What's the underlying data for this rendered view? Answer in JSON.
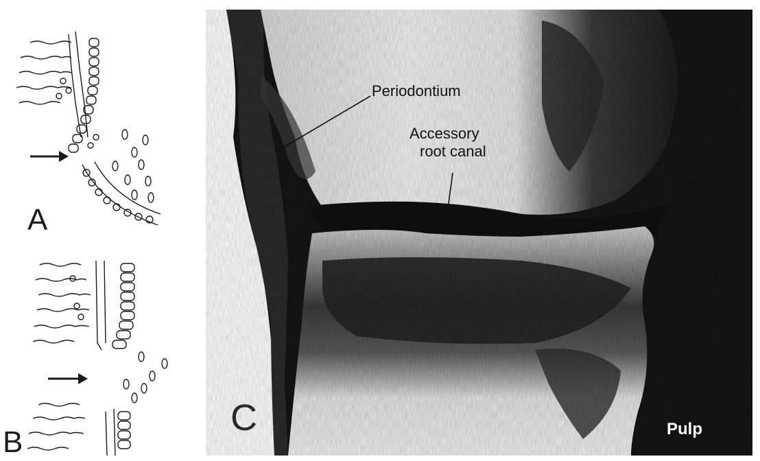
{
  "panels": {
    "a": "A",
    "b": "B",
    "c": "C"
  },
  "labels": {
    "periodontium": "Periodontium",
    "accessory_line1": "Accessory",
    "accessory_line2": "root canal",
    "pulp": "Pulp"
  },
  "icons": {
    "arrow_a": "arrow-right-icon",
    "arrow_b": "arrow-right-icon"
  },
  "colors": {
    "ink": "#1a1a1a",
    "photo_dark": "#141414",
    "photo_light": "#efefef"
  }
}
